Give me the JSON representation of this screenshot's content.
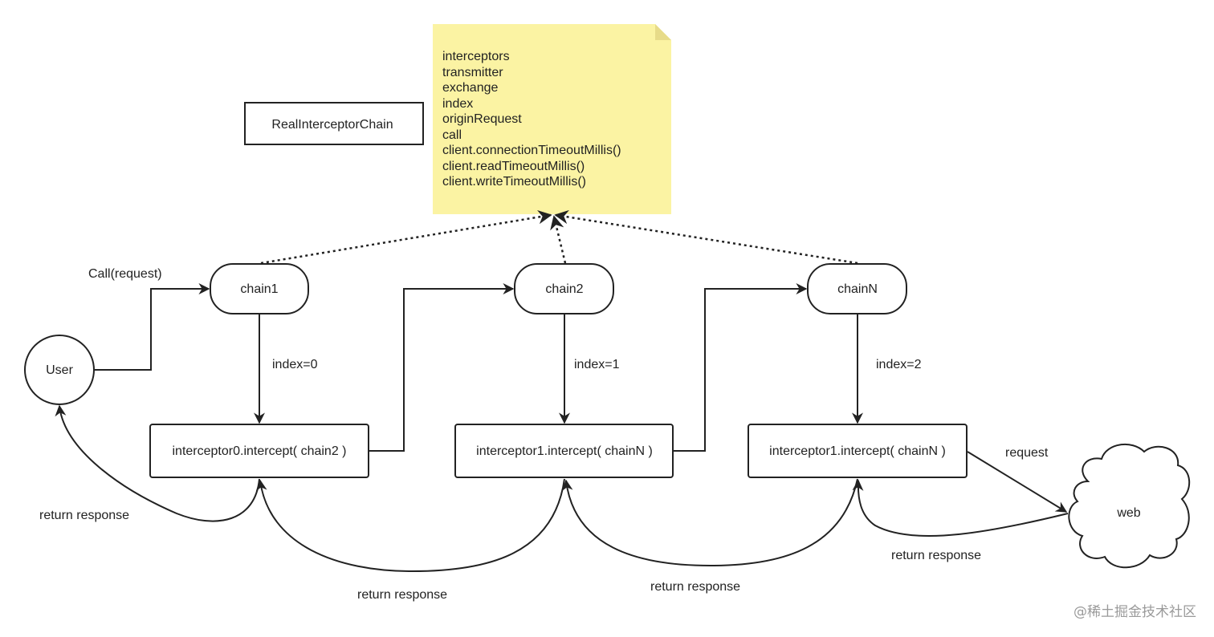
{
  "class_box": {
    "label": "RealInterceptorChain"
  },
  "note": {
    "fields": [
      "interceptors",
      "transmitter",
      "exchange",
      "index",
      "originRequest",
      "call",
      "client.connectionTimeoutMillis()",
      "client.readTimeoutMillis()",
      "client.writeTimeoutMillis()"
    ]
  },
  "user": {
    "label": "User"
  },
  "call_label": "Call(request)",
  "chains": [
    {
      "label": "chain1",
      "index_label": "index=0",
      "interceptor_label": "interceptor0.intercept( chain2 )"
    },
    {
      "label": "chain2",
      "index_label": "index=1",
      "interceptor_label": "interceptor1.intercept( chainN )"
    },
    {
      "label": "chainN",
      "index_label": "index=2",
      "interceptor_label": "interceptor1.intercept( chainN )"
    }
  ],
  "web": {
    "label": "web"
  },
  "request_label": "request",
  "return_labels": [
    "return response",
    "return response",
    "return response",
    "return response"
  ],
  "watermark": "@稀土掘金技术社区",
  "colors": {
    "note_fill": "#fbf3a3",
    "note_fold": "#e7db89",
    "stroke": "#222222"
  }
}
